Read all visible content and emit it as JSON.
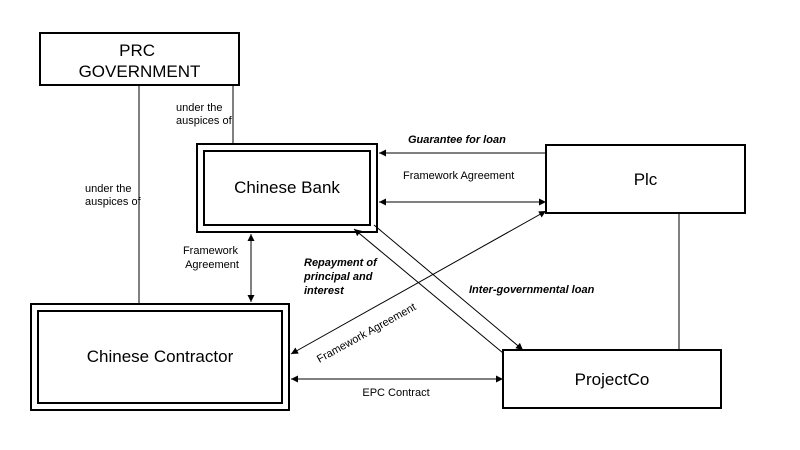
{
  "nodes": {
    "prc_government": [
      "PRC",
      "GOVERNMENT"
    ],
    "chinese_bank": "Chinese Bank",
    "plc": "Plc",
    "chinese_contractor": "Chinese Contractor",
    "projectco": "ProjectCo"
  },
  "edge_labels": {
    "auspices_bank": [
      "under the",
      "auspices of"
    ],
    "auspices_contractor": [
      "under the",
      "auspices of"
    ],
    "guarantee_for_loan": "Guarantee for loan",
    "framework_bank_plc": "Framework Agreement",
    "framework_bank_contractor": [
      "Framework",
      "Agreement"
    ],
    "repayment": [
      "Repayment of",
      "principal and",
      "interest"
    ],
    "inter_governmental_loan": "Inter-governmental loan",
    "framework_plc_contractor": "Framework Agreement",
    "epc_contract": "EPC Contract"
  }
}
